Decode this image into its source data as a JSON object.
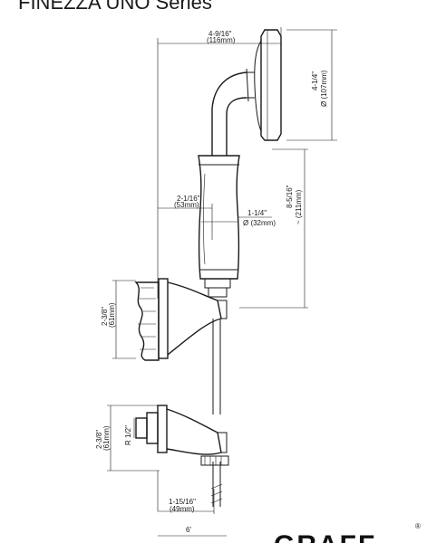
{
  "title": "FINEZZA UNO Series",
  "brand": {
    "logo_text": "GRAFF",
    "trademark_mark": "®"
  },
  "dimensions": {
    "handshower_width_in": "4-9/16\"",
    "handshower_width_mm": "(116mm)",
    "head_diameter_in": "4-1/4\"",
    "head_diameter_mm": "Ø (107mm)",
    "handle_offset_in": "2-1/16\"",
    "handle_offset_mm": "(53mm)",
    "handle_diameter_in": "1-1/4\"",
    "handle_diameter_mm": "Ø (32mm)",
    "handshower_length_in": "8-5/16\"",
    "handshower_length_mm": "~ (211mm)",
    "wall_bracket_height_in": "2-3/8\"",
    "wall_bracket_height_mm": "(61mm)",
    "outlet_height_in": "2-3/8\"",
    "outlet_height_mm": "(61mm)",
    "outlet_thread": "R 1/2\"",
    "outlet_projection_in": "1-15/16\"",
    "outlet_projection_mm": "(49mm)",
    "hose_length": "6'"
  },
  "colors": {
    "line": "#1a1a1a",
    "background": "#ffffff"
  }
}
